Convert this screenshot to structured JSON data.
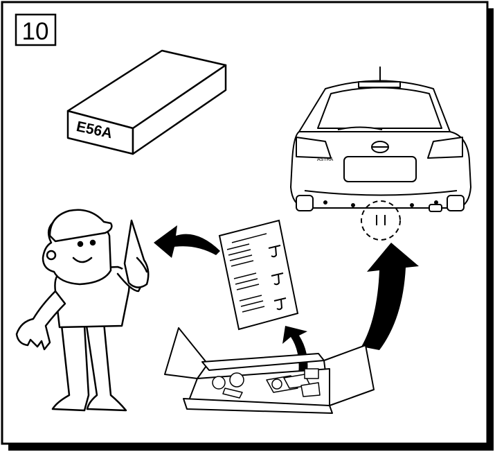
{
  "step": {
    "number": "10"
  },
  "box": {
    "label": "E56A"
  },
  "car": {
    "badge": "ASTRA"
  },
  "colors": {
    "line": "#000000",
    "fill": "#ffffff",
    "shadow": "#000000"
  }
}
